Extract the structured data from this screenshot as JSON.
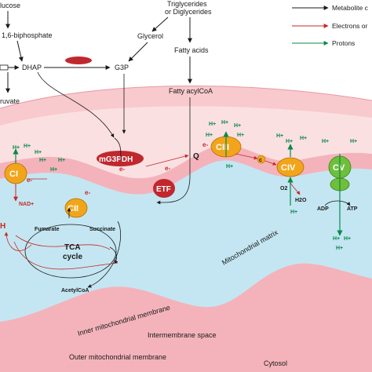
{
  "pathway": {
    "glucose": "lucose",
    "biphosphate": "1,6-biphosphate",
    "dhap": "DHAP",
    "g3p": "G3P",
    "pyruvate": "ruvate",
    "triglycerides": "Triglycerides",
    "diglycerides": "or Diglycerides",
    "glycerol": "Glycerol",
    "fatty_acids": "Fatty acids",
    "fatty_acylcoa": "Fatty acylCoA"
  },
  "legend": {
    "metabolite": "Metabolite c",
    "electrons": "Electrons or",
    "protons": "Protons",
    "colors": {
      "metabolite": "#1a1a1a",
      "electrons": "#c62828",
      "protons": "#0a8a4a"
    }
  },
  "complexes": {
    "ci": "CI",
    "cii": "CII",
    "ciii": "CIII",
    "civ": "CIV",
    "cv": "CV",
    "mg3pdh": "mG3PDH",
    "etf": "ETF",
    "q": "Q",
    "c": "c"
  },
  "carriers": {
    "electron": "e-",
    "proton": "H+",
    "nad": "NAD+",
    "nadh_partial": "H",
    "o2": "O2",
    "h2o": "H2O",
    "adp": "ADP",
    "atp": "ATP"
  },
  "tca": {
    "fumarate": "Fumarate",
    "succinate": "Succinate",
    "title_line1": "TCA",
    "title_line2": "cycle",
    "acetylcoa": "AcetylCoA"
  },
  "regions": {
    "matrix": "Mitochondrial matrix",
    "inner_membrane": "Inner mitochondrial membrane",
    "intermembrane": "Intermembrane space",
    "outer_membrane": "Outer mitochondrial membrane",
    "cytosol": "Cytosol"
  },
  "palette": {
    "membrane": "#f8c9cd",
    "matrix": "#c4e6f2",
    "complex_orange": "#f2a51a",
    "complex_red": "#c0282d",
    "complex_green": "#6ebf3a"
  }
}
